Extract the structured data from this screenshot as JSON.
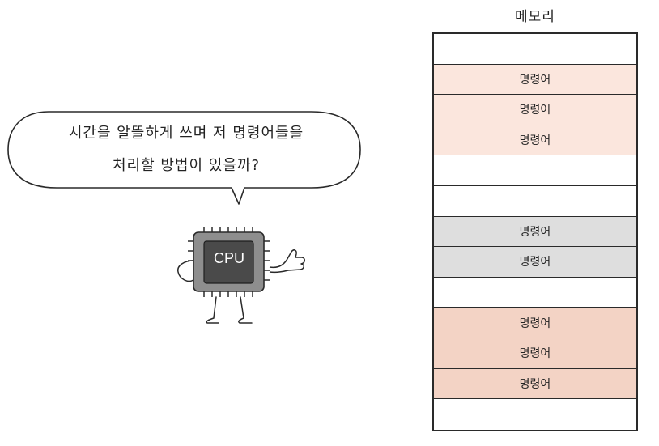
{
  "memory": {
    "title": "메모리",
    "cells": [
      {
        "label": "",
        "color": "#ffffff"
      },
      {
        "label": "명령어",
        "color": "#fbe6dd"
      },
      {
        "label": "명령어",
        "color": "#fbe6dd"
      },
      {
        "label": "명령어",
        "color": "#fbe6dd"
      },
      {
        "label": "",
        "color": "#ffffff"
      },
      {
        "label": "",
        "color": "#ffffff"
      },
      {
        "label": "명령어",
        "color": "#dedede"
      },
      {
        "label": "명령어",
        "color": "#dedede"
      },
      {
        "label": "",
        "color": "#ffffff"
      },
      {
        "label": "명령어",
        "color": "#f3d3c5"
      },
      {
        "label": "명령어",
        "color": "#f3d3c5"
      },
      {
        "label": "명령어",
        "color": "#f3d3c5"
      },
      {
        "label": "",
        "color": "#ffffff"
      }
    ]
  },
  "speech": {
    "line1": "시간을 알뜰하게 쓰며 저 명령어들을",
    "line2": "처리할 방법이 있을까?"
  },
  "cpu": {
    "label": "CPU",
    "body_color": "#8e8e8e",
    "core_color": "#4a4a4a"
  }
}
